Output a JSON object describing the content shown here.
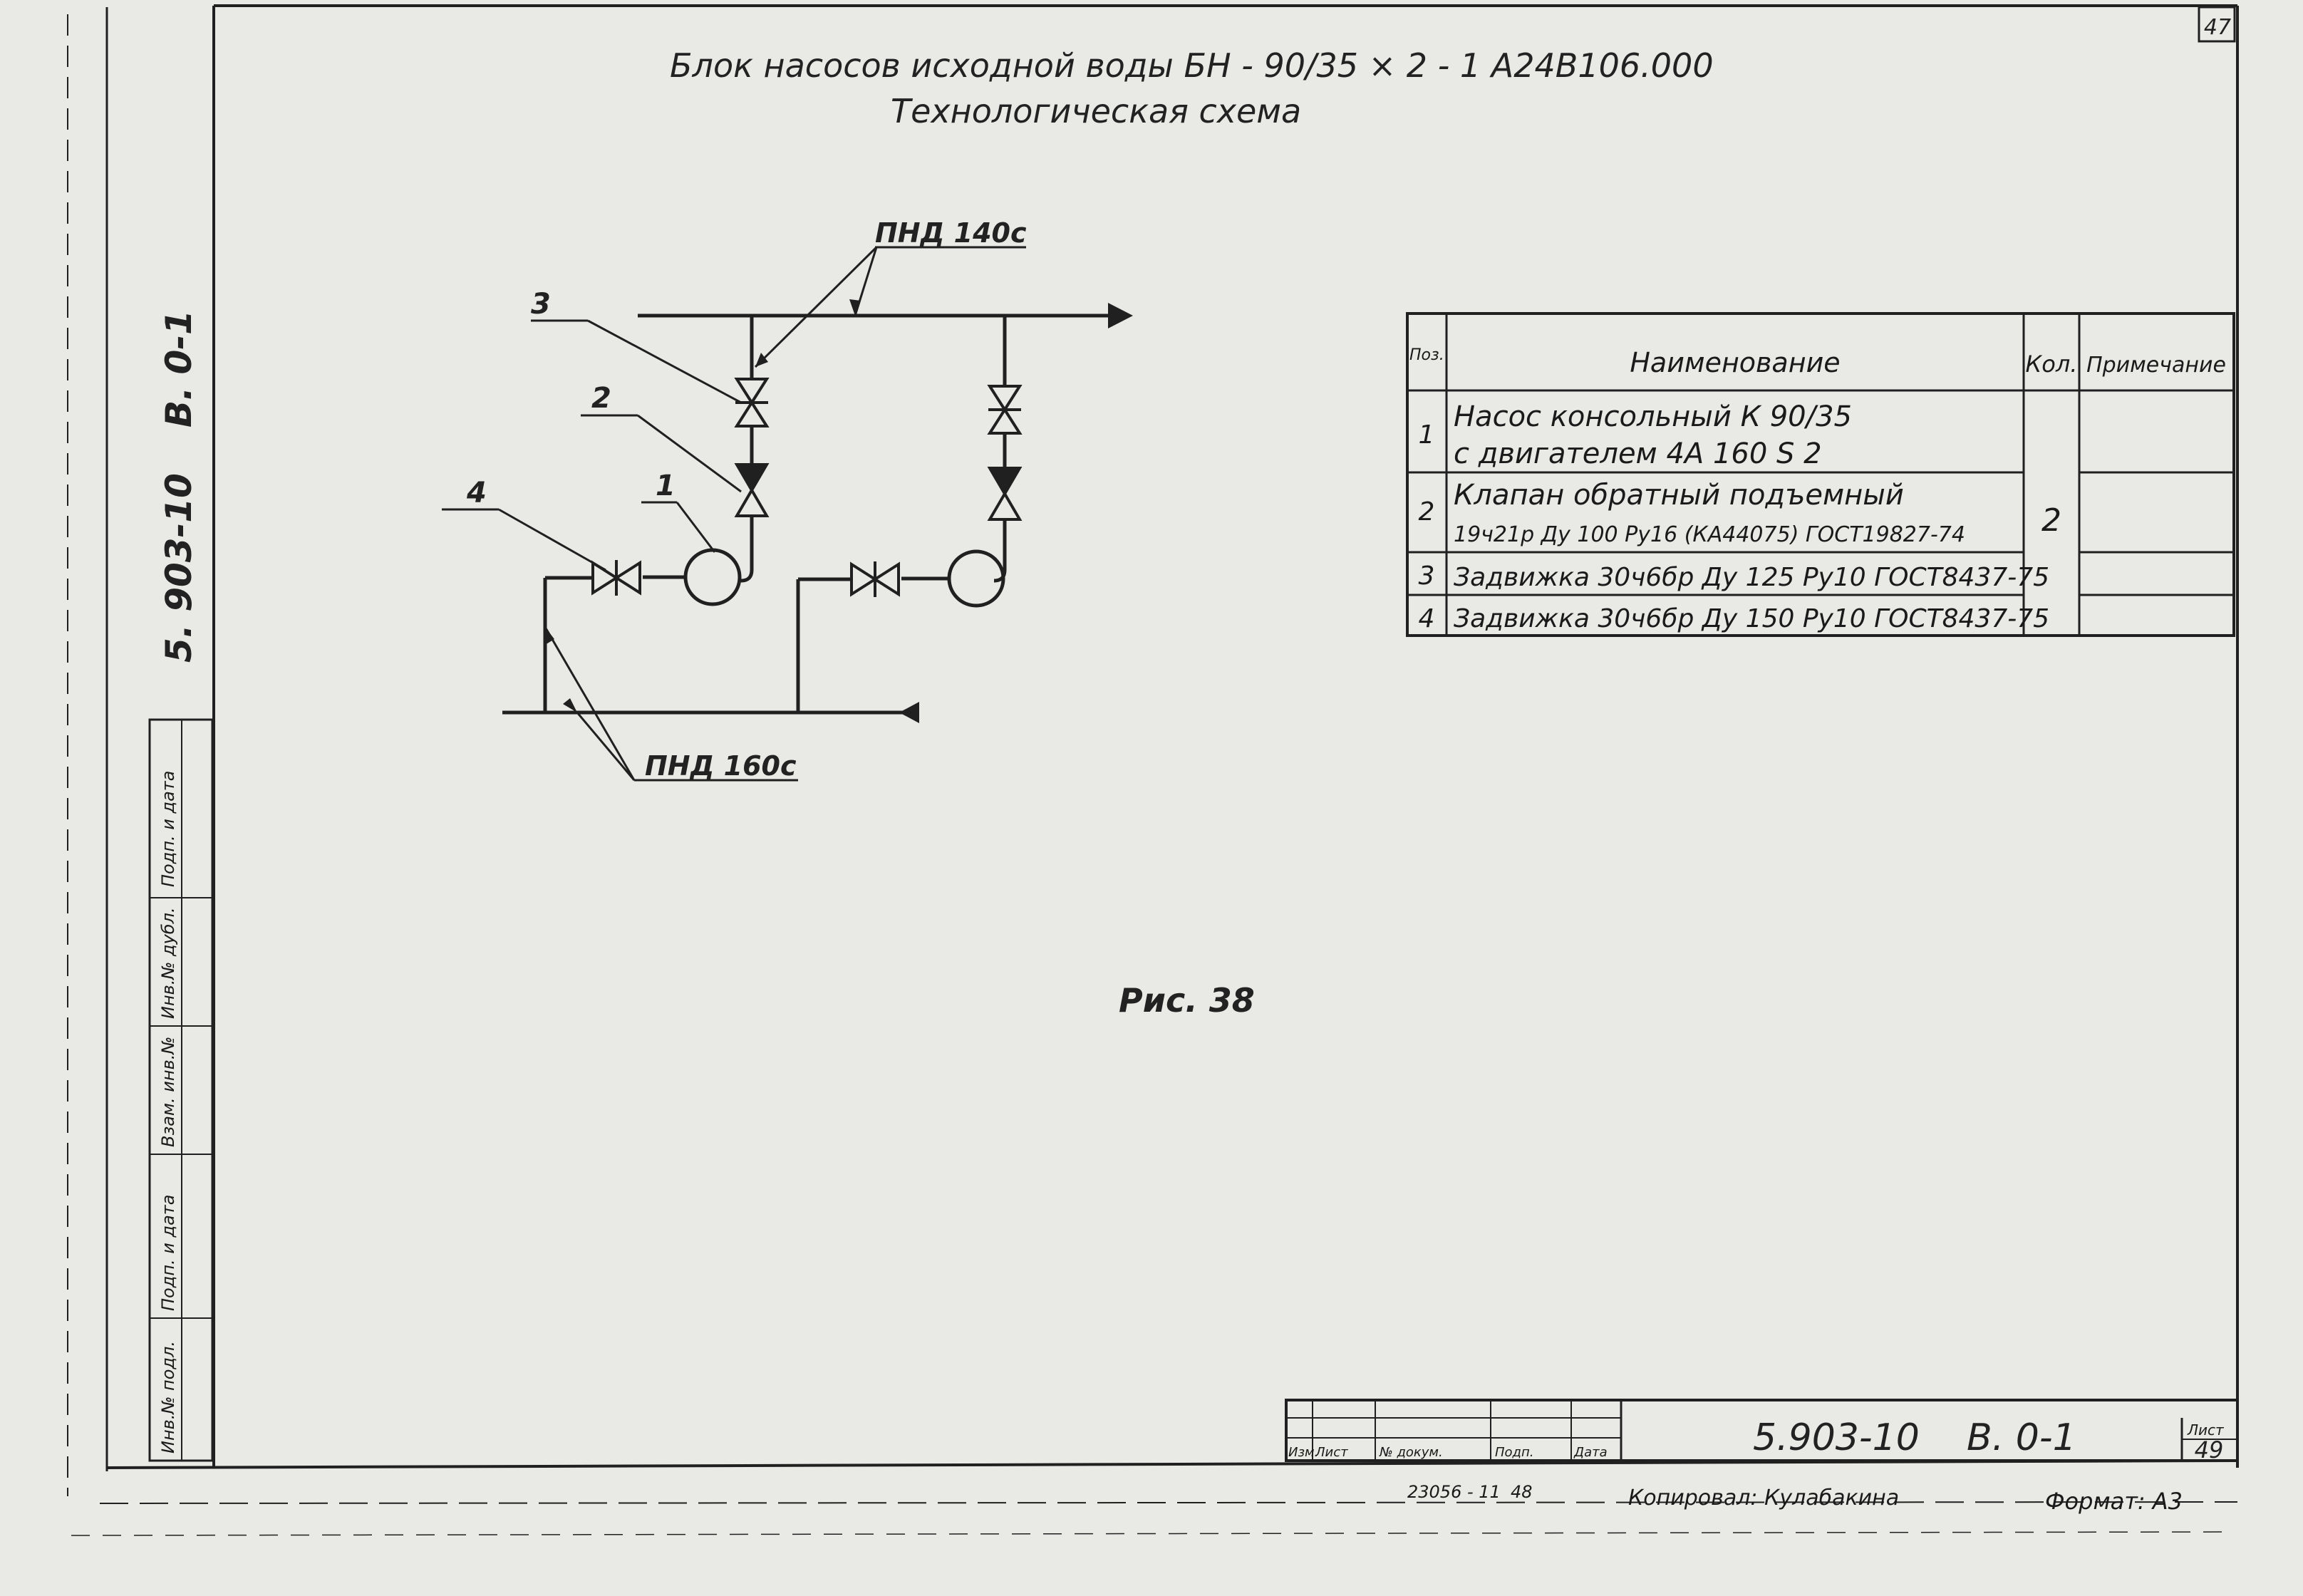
{
  "sheet_number_corner": "47",
  "title": {
    "line1": "Блок   насосов  исходной  воды   БН - 90/35 × 2 - 1    А24В106.000",
    "line2": "Технологическая   схема"
  },
  "side_code": {
    "series": "5. 903-10",
    "part": "В. 0-1"
  },
  "left_stamp_labels": [
    "Инв.№ подл.",
    "Подп. и дата",
    "Взам. инв.№",
    "Инв.№ дубл.",
    "Подп. и дата"
  ],
  "diagram": {
    "pipe_top_label": "ПНД 140с",
    "pipe_bottom_label": "ПНД 160с",
    "callouts": [
      "1",
      "2",
      "3",
      "4"
    ],
    "figure_caption": "Рис. 38"
  },
  "spec_table": {
    "headers": {
      "pos": "Поз.",
      "name": "Наименование",
      "qty": "Кол.",
      "note": "Примечание"
    },
    "rows": [
      {
        "pos": "1",
        "name_line1": "Насос консольный  К 90/35",
        "name_line2": "с двигателем 4А 160 S 2"
      },
      {
        "pos": "2",
        "name_line1": "Клапан  обратный  подъемный",
        "name_line2": "19ч21р Ду 100 Ру16 (КА44075) ГОСТ19827-74"
      },
      {
        "pos": "3",
        "name_line1": "Задвижка 30ч6бр Ду 125 Ру10 ГОСТ8437-75"
      },
      {
        "pos": "4",
        "name_line1": "Задвижка 30ч6бр Ду 150 Ру10 ГОСТ8437-75"
      }
    ],
    "qty_value": "2"
  },
  "title_block": {
    "col_labels": [
      "Изм.",
      "Лист",
      "№ докум.",
      "Подп.",
      "Дата"
    ],
    "doc_code": "5.903-10",
    "part": "В. 0-1",
    "sheet_label": "Лист",
    "sheet_number": "49",
    "inv_number": "23056 - 11",
    "inv_sheet": "48",
    "copied_by": "Копировал: Кулабакина",
    "format": "Формат: А3"
  }
}
